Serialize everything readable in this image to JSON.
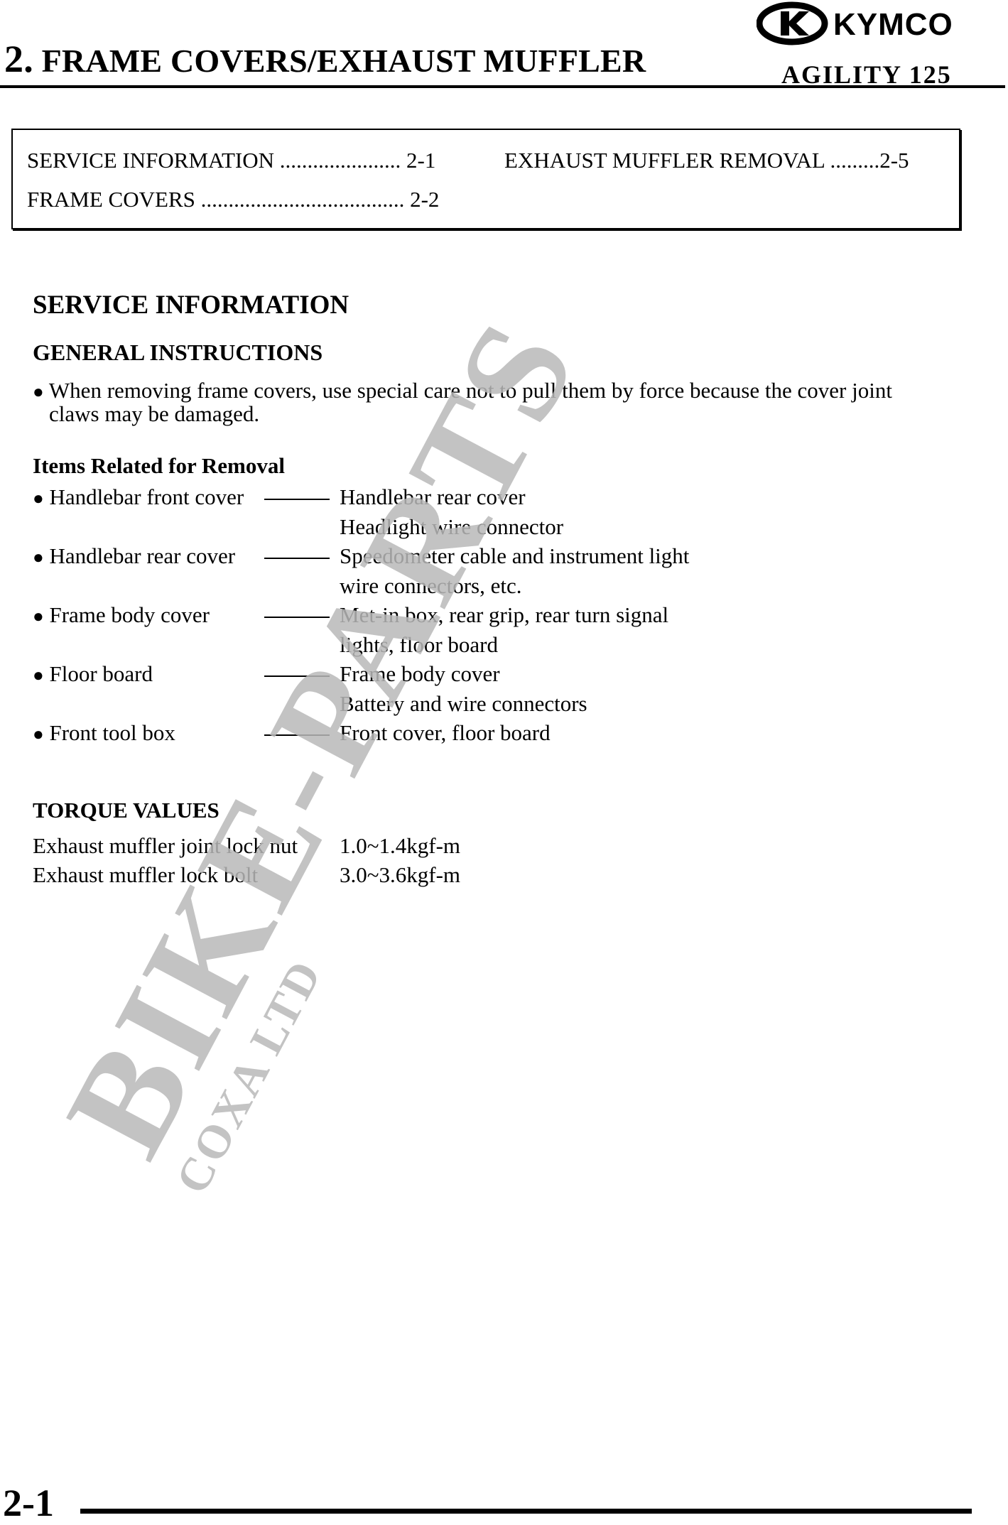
{
  "header": {
    "chapter_number": "2.",
    "chapter_title": "FRAME COVERS/EXHAUST MUFFLER",
    "model": "AGILITY 125",
    "brand": "KYMCO"
  },
  "toc": [
    {
      "text": "SERVICE INFORMATION ...................... 2-1"
    },
    {
      "text": "EXHAUST MUFFLER REMOVAL .........2-5"
    },
    {
      "text": "FRAME COVERS ..................................... 2-2"
    }
  ],
  "service_information": {
    "heading": "SERVICE INFORMATION",
    "general_heading": "GENERAL INSTRUCTIONS",
    "instruction_line1": "When removing frame covers, use special care not to pull them by force because the cover joint",
    "instruction_line2": "claws may be damaged.",
    "items_heading": "Items Related for Removal",
    "items": [
      {
        "item": "Handlebar front cover",
        "line1": "Handlebar rear cover",
        "line2": "Headlight wire connector"
      },
      {
        "item": "Handlebar rear cover",
        "line1": "Speedometer cable and instrument light",
        "line2": "wire connectors, etc."
      },
      {
        "item": "Frame body cover",
        "line1": "Met-in box, rear grip, rear turn signal",
        "line2": "lights, floor board"
      },
      {
        "item": "Floor board",
        "line1": "Frame body cover",
        "line2": "Battery and wire connectors"
      },
      {
        "item": "Front tool box",
        "line1": "Front cover, floor board",
        "line2": ""
      }
    ]
  },
  "torque": {
    "heading": "TORQUE VALUES",
    "rows": [
      {
        "name": "Exhaust muffler joint lock nut",
        "value": "1.0~1.4kgf-m"
      },
      {
        "name": "Exhaust muffler lock bolt",
        "value": "3.0~3.6kgf-m"
      }
    ]
  },
  "watermark": {
    "main": "BIKE-PARTS",
    "sub": "COXA LTD"
  },
  "footer": {
    "page_number": "2-1"
  }
}
